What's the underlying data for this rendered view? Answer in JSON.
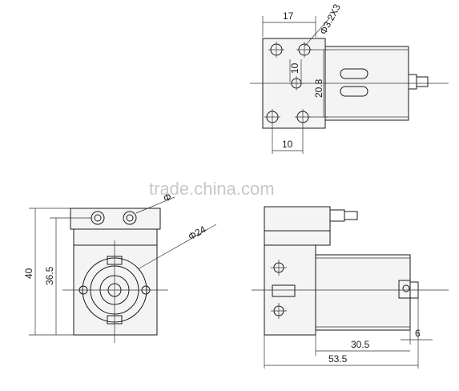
{
  "watermark": "trade.china.com",
  "views": {
    "top_right": {
      "dims": {
        "width": "17",
        "hole": "Φ3.2X3",
        "inner": "10",
        "height": "20.8",
        "bottom": "10"
      }
    },
    "front": {
      "dims": {
        "outer_h": "40",
        "inner_h": "36.5",
        "diameter": "Φ24",
        "port": "Φ"
      }
    },
    "side": {
      "dims": {
        "len_motor": "30.5",
        "len_total": "53.5",
        "tab": "6"
      }
    }
  }
}
